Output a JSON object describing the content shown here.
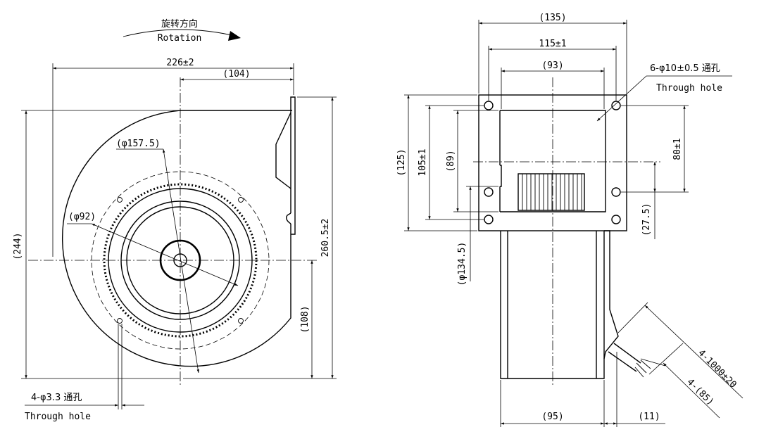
{
  "front_view": {
    "rotation_cn": "旋转方向",
    "rotation_en": "Rotation",
    "dim_width": "226±2",
    "dim_outlet_offset": "(104)",
    "dim_fan_dia": "(φ157.5)",
    "dim_inlet_dia": "(φ92)",
    "dim_height_left": "(244)",
    "dim_height_right": "260.5±2",
    "dim_center_height": "(108)",
    "mount_hole_spec": "4-φ3.3 通孔",
    "mount_hole_en": "Through hole"
  },
  "side_view": {
    "dim_outer_width": "(135)",
    "dim_hole_pitch": "115±1",
    "dim_inner_width": "(93)",
    "flange_hole_spec": "6-φ10±0.5 通孔",
    "flange_hole_en": "Through hole",
    "dim_outer_height": "(125)",
    "dim_hole_pitch_v": "105±1",
    "dim_inner_height": "(89)",
    "dim_side_pitch": "80±1",
    "dim_offset": "(27.5)",
    "dim_housing_dia": "(φ134.5)",
    "dim_body_width": "(95)",
    "dim_motor_offset": "(11)",
    "dim_lead_length": "4-1000±20",
    "dim_lead_strip": "4-(85)"
  }
}
